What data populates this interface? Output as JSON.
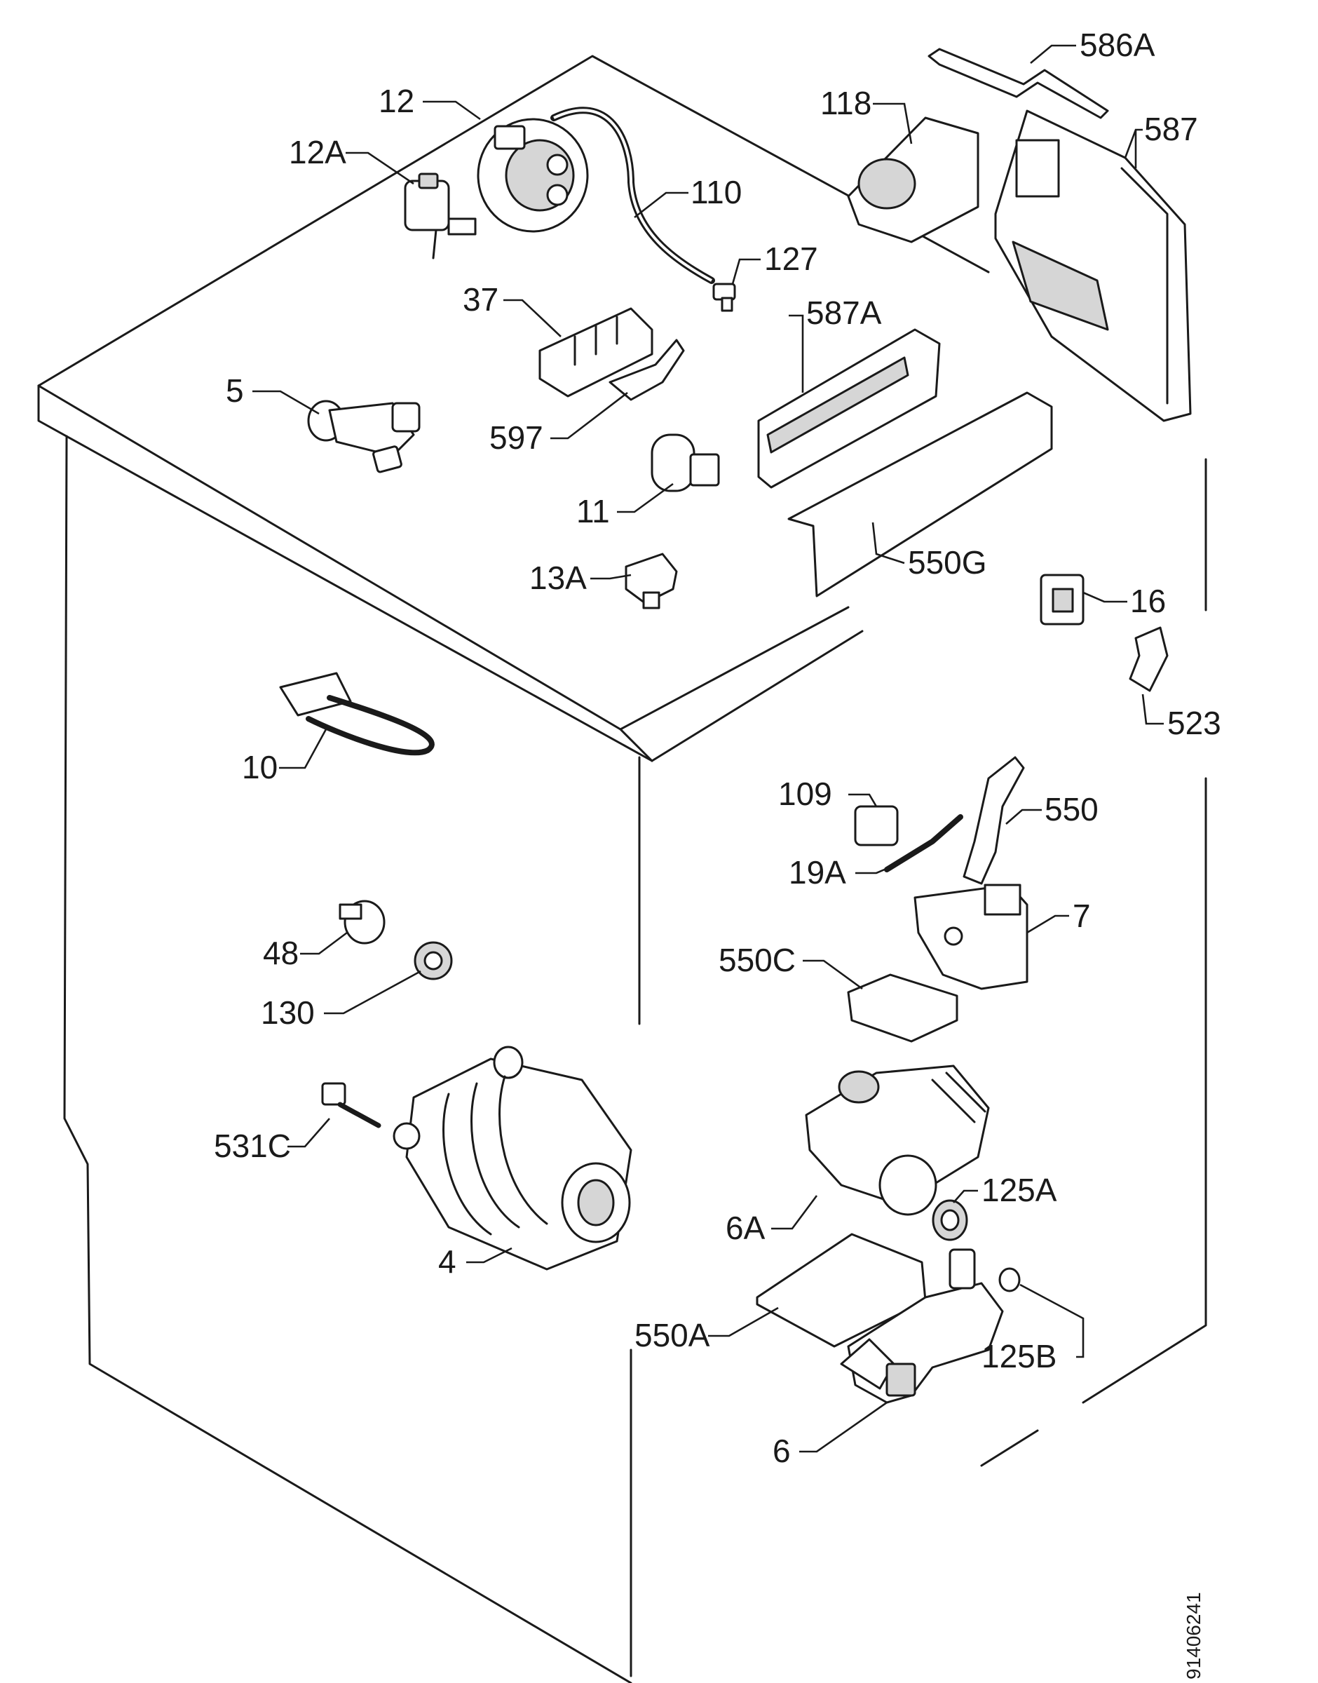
{
  "drawing_code": "91406241",
  "callouts": [
    {
      "id": "12",
      "label": "12"
    },
    {
      "id": "12A",
      "label": "12A"
    },
    {
      "id": "110",
      "label": "110"
    },
    {
      "id": "127",
      "label": "127"
    },
    {
      "id": "118",
      "label": "118"
    },
    {
      "id": "586A",
      "label": "586A"
    },
    {
      "id": "587",
      "label": "587"
    },
    {
      "id": "587A",
      "label": "587A"
    },
    {
      "id": "37",
      "label": "37"
    },
    {
      "id": "5",
      "label": "5"
    },
    {
      "id": "597",
      "label": "597"
    },
    {
      "id": "11",
      "label": "11"
    },
    {
      "id": "550G",
      "label": "550G"
    },
    {
      "id": "13A",
      "label": "13A"
    },
    {
      "id": "16",
      "label": "16"
    },
    {
      "id": "523",
      "label": "523"
    },
    {
      "id": "10",
      "label": "10"
    },
    {
      "id": "109",
      "label": "109"
    },
    {
      "id": "550",
      "label": "550"
    },
    {
      "id": "19A",
      "label": "19A"
    },
    {
      "id": "7",
      "label": "7"
    },
    {
      "id": "48",
      "label": "48"
    },
    {
      "id": "550C",
      "label": "550C"
    },
    {
      "id": "130",
      "label": "130"
    },
    {
      "id": "531C",
      "label": "531C"
    },
    {
      "id": "125A",
      "label": "125A"
    },
    {
      "id": "6A",
      "label": "6A"
    },
    {
      "id": "4",
      "label": "4"
    },
    {
      "id": "550A",
      "label": "550A"
    },
    {
      "id": "125B",
      "label": "125B"
    },
    {
      "id": "6",
      "label": "6"
    }
  ]
}
